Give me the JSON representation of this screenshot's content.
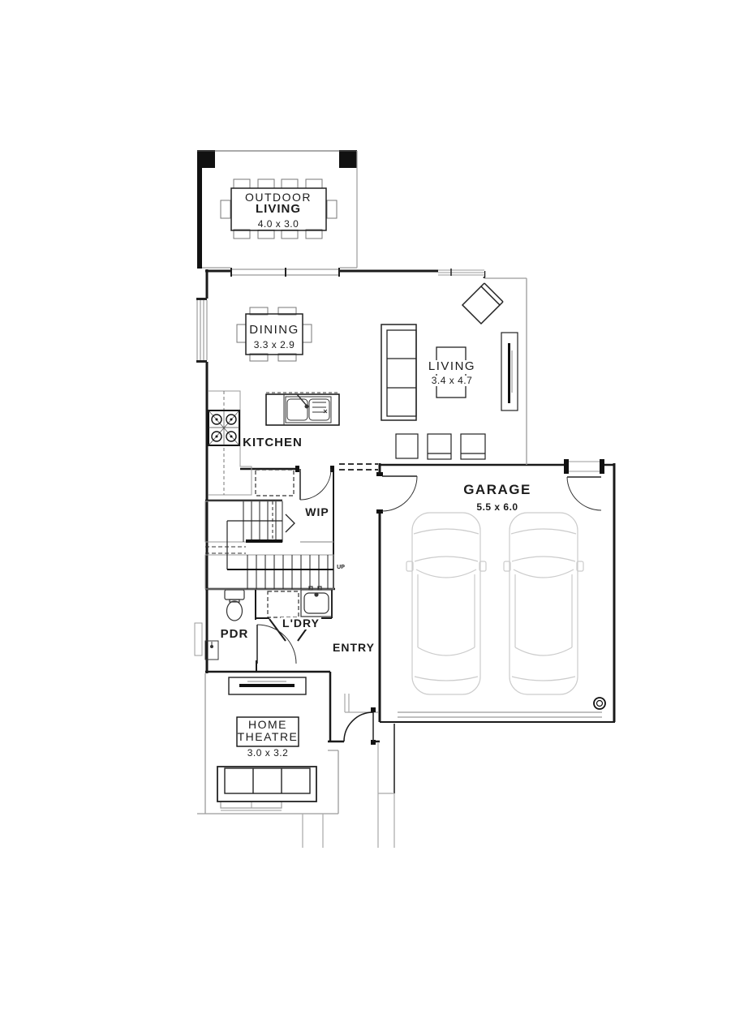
{
  "rooms": {
    "outdoor_living": {
      "label_line1": "OUTDOOR",
      "label_line2": "LIVING",
      "dimensions": "4.0 x 3.0"
    },
    "dining": {
      "label": "DINING",
      "dimensions": "3.3 x 2.9"
    },
    "living": {
      "label": "LIVING",
      "dimensions": "3.4 x 4.7"
    },
    "kitchen": {
      "label": "KITCHEN"
    },
    "wip": {
      "label": "WIP"
    },
    "garage": {
      "label": "GARAGE",
      "dimensions": "5.5 x 6.0"
    },
    "powder_room": {
      "label": "PDR"
    },
    "laundry": {
      "label": "L'DRY"
    },
    "entry": {
      "label": "ENTRY"
    },
    "home_theatre": {
      "label_line1": "HOME",
      "label_line2": "THEATRE",
      "dimensions": "3.0 x 3.2"
    },
    "stairs": {
      "direction_label": "UP"
    }
  },
  "colors": {
    "wall": "#1a1a1a",
    "light_line": "#9b9b9b",
    "car_outline": "#cccccc",
    "background": "#ffffff"
  }
}
